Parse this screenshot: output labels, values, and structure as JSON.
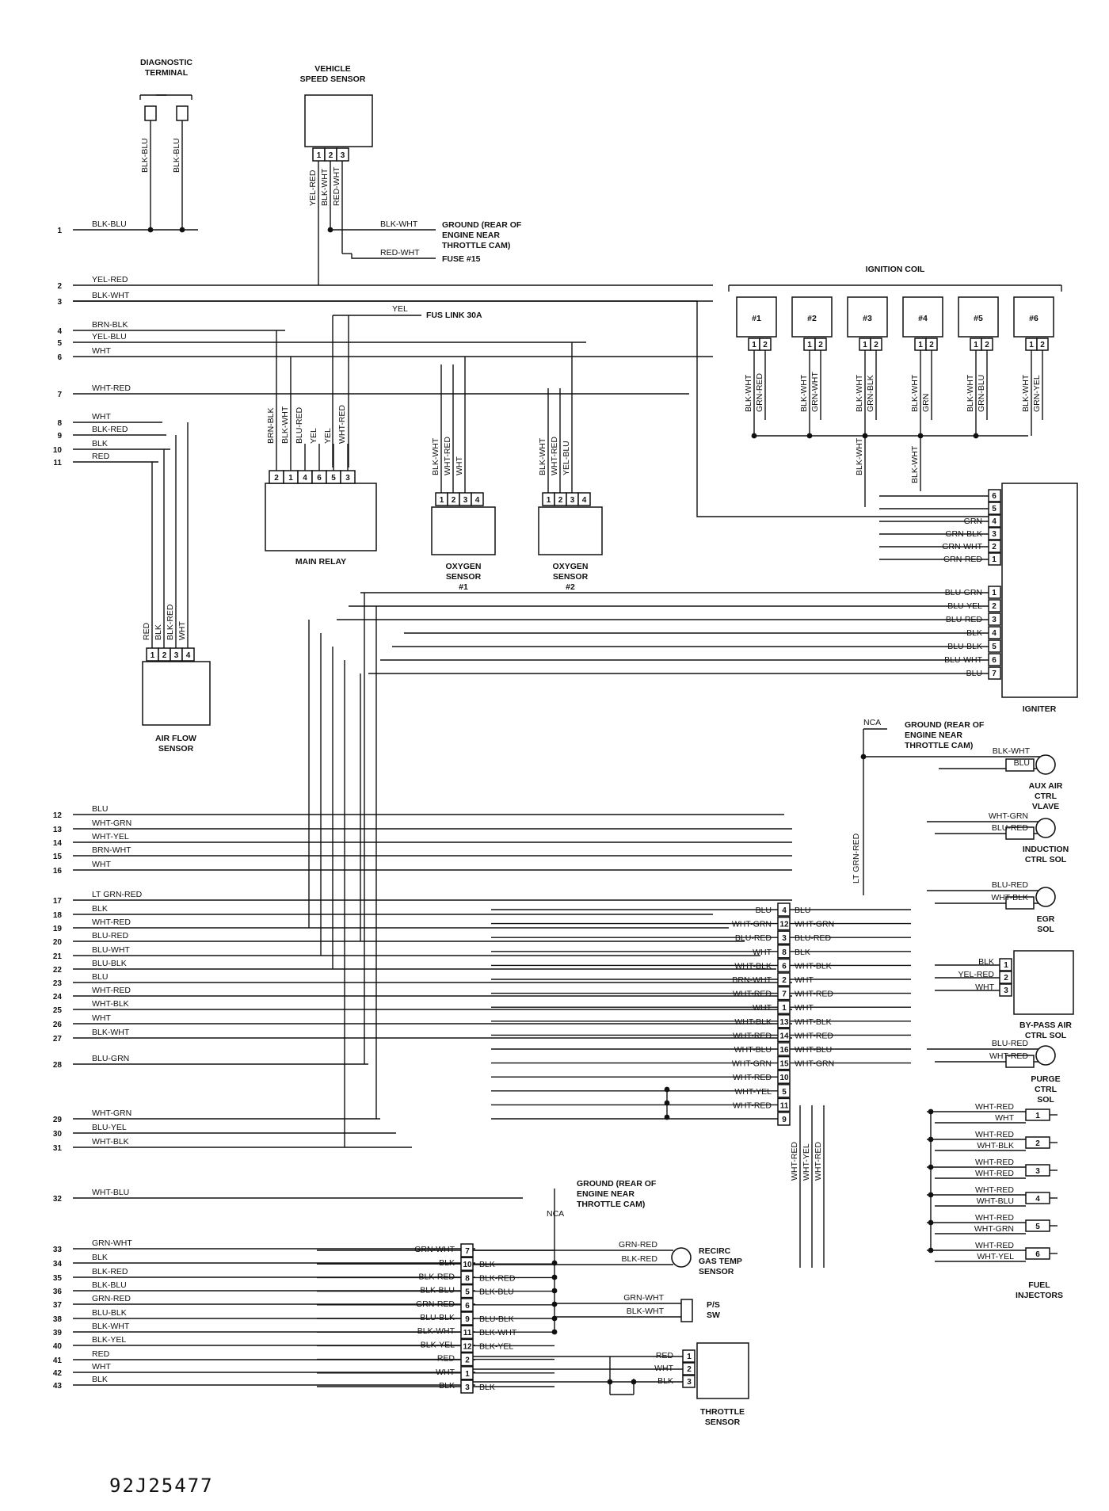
{
  "figure_id": "92J25477",
  "components": {
    "diagnostic_terminal": "DIAGNOSTIC TERMINAL",
    "vehicle_speed_sensor": "VEHICLE SPEED SENSOR",
    "ground_1": "GROUND (REAR OF ENGINE NEAR THROTTLE CAM)",
    "fuse_15": "FUSE #15",
    "fus_link": "FUS LINK 30A",
    "ignition_coil": "IGNITION COIL",
    "main_relay": "MAIN RELAY",
    "oxygen_sensor_1": "OXYGEN SENSOR #1",
    "oxygen_sensor_2": "OXYGEN SENSOR #2",
    "air_flow_sensor": "AIR FLOW SENSOR",
    "igniter": "IGNITER",
    "nca": "NCA",
    "ground_2": "GROUND (REAR OF ENGINE NEAR THROTTLE CAM)",
    "aux_air": "AUX AIR CTRL VLAVE",
    "induction": "INDUCTION CTRL SOL",
    "egr": "EGR SOL",
    "bypass": "BY-PASS AIR CTRL SOL",
    "purge": "PURGE CTRL SOL",
    "fuel_injectors": "FUEL INJECTORS",
    "ground_3": "GROUND (REAR OF ENGINE NEAR THROTTLE CAM)",
    "recirc": "RECIRC GAS TEMP SENSOR",
    "ps_sw": "P/S SW",
    "throttle_sensor": "THROTTLE SENSOR"
  },
  "ecu_pins": [
    {
      "n": "1",
      "wire": "BLK-BLU"
    },
    {
      "n": "2",
      "wire": "YEL-RED"
    },
    {
      "n": "3",
      "wire": "BLK-WHT"
    },
    {
      "n": "4",
      "wire": "BRN-BLK"
    },
    {
      "n": "5",
      "wire": "YEL-BLU"
    },
    {
      "n": "6",
      "wire": "WHT"
    },
    {
      "n": "7",
      "wire": "WHT-RED"
    },
    {
      "n": "8",
      "wire": "WHT"
    },
    {
      "n": "9",
      "wire": "BLK-RED"
    },
    {
      "n": "10",
      "wire": "BLK"
    },
    {
      "n": "11",
      "wire": "RED"
    },
    {
      "n": "12",
      "wire": "BLU"
    },
    {
      "n": "13",
      "wire": "WHT-GRN"
    },
    {
      "n": "14",
      "wire": "WHT-YEL"
    },
    {
      "n": "15",
      "wire": "BRN-WHT"
    },
    {
      "n": "16",
      "wire": "WHT"
    },
    {
      "n": "17",
      "wire": "LT GRN-RED"
    },
    {
      "n": "18",
      "wire": "BLK"
    },
    {
      "n": "19",
      "wire": "WHT-RED"
    },
    {
      "n": "20",
      "wire": "BLU-RED"
    },
    {
      "n": "21",
      "wire": "BLU-WHT"
    },
    {
      "n": "22",
      "wire": "BLU-BLK"
    },
    {
      "n": "23",
      "wire": "BLU"
    },
    {
      "n": "24",
      "wire": "WHT-RED"
    },
    {
      "n": "25",
      "wire": "WHT-BLK"
    },
    {
      "n": "26",
      "wire": "WHT"
    },
    {
      "n": "27",
      "wire": "BLK-WHT"
    },
    {
      "n": "28",
      "wire": "BLU-GRN"
    },
    {
      "n": "29",
      "wire": "WHT-GRN"
    },
    {
      "n": "30",
      "wire": "BLU-YEL"
    },
    {
      "n": "31",
      "wire": "WHT-BLK"
    },
    {
      "n": "32",
      "wire": "WHT-BLU"
    },
    {
      "n": "33",
      "wire": "GRN-WHT"
    },
    {
      "n": "34",
      "wire": "BLK"
    },
    {
      "n": "35",
      "wire": "BLK-RED"
    },
    {
      "n": "36",
      "wire": "BLK-BLU"
    },
    {
      "n": "37",
      "wire": "GRN-RED"
    },
    {
      "n": "38",
      "wire": "BLU-BLK"
    },
    {
      "n": "39",
      "wire": "BLK-WHT"
    },
    {
      "n": "40",
      "wire": "BLK-YEL"
    },
    {
      "n": "41",
      "wire": "RED"
    },
    {
      "n": "42",
      "wire": "WHT"
    },
    {
      "n": "43",
      "wire": "BLK"
    }
  ],
  "coils": [
    "#1",
    "#2",
    "#3",
    "#4",
    "#5",
    "#6"
  ],
  "coil_wires": [
    [
      "BLK-WHT",
      "GRN-RED"
    ],
    [
      "BLK-WHT",
      "GRN-WHT"
    ],
    [
      "BLK-WHT",
      "GRN-BLK"
    ],
    [
      "BLK-WHT",
      "GRN"
    ],
    [
      "BLK-WHT",
      "GRN-BLU"
    ],
    [
      "BLK-WHT",
      "GRN-YEL"
    ]
  ],
  "igniter_top": [
    {
      "w": "",
      "p": "6"
    },
    {
      "w": "",
      "p": "5"
    },
    {
      "w": "GRN",
      "p": "4"
    },
    {
      "w": "GRN-BLK",
      "p": "3"
    },
    {
      "w": "GRN-WHT",
      "p": "2"
    },
    {
      "w": "GRN-RED",
      "p": "1"
    }
  ],
  "igniter_bottom": [
    {
      "w": "BLU-GRN",
      "p": "1"
    },
    {
      "w": "BLU-YEL",
      "p": "2"
    },
    {
      "w": "BLU-RED",
      "p": "3"
    },
    {
      "w": "BLK",
      "p": "4"
    },
    {
      "w": "BLU-BLK",
      "p": "5"
    },
    {
      "w": "BLU-WHT",
      "p": "6"
    },
    {
      "w": "BLU",
      "p": "7"
    }
  ],
  "diag_wires": [
    "BLK-BLU",
    "BLK-BLU"
  ],
  "vss": {
    "pins": [
      "1",
      "2",
      "3"
    ],
    "wires": [
      "YEL-RED",
      "BLK-WHT",
      "RED-WHT"
    ],
    "gnd_wire": "BLK-WHT",
    "fuse_wire": "RED-WHT"
  },
  "relay": {
    "pins": [
      "2",
      "1",
      "4",
      "6",
      "5",
      "3"
    ],
    "wires": [
      "BRN-BLK",
      "BLK-WHT",
      "BLU-RED",
      "YEL",
      "YEL",
      "WHT-RED"
    ],
    "fus_wire": "YEL"
  },
  "o2_1": {
    "pins": [
      "1",
      "2",
      "3",
      "4"
    ],
    "wires": [
      "BLK-WHT",
      "WHT-RED",
      "WHT"
    ]
  },
  "o2_2": {
    "pins": [
      "1",
      "2",
      "3",
      "4"
    ],
    "wires": [
      "BLK-WHT",
      "WHT-RED",
      "YEL-BLU"
    ]
  },
  "afs": {
    "pins": [
      "1",
      "2",
      "3",
      "4"
    ],
    "wires": [
      "RED",
      "BLK",
      "BLK-RED",
      "WHT"
    ]
  },
  "central": [
    {
      "l": "BLU",
      "p": "4",
      "r": "BLU"
    },
    {
      "l": "WHT-GRN",
      "p": "12",
      "r": "WHT-GRN"
    },
    {
      "l": "BLU-RED",
      "p": "3",
      "r": "BLU-RED"
    },
    {
      "l": "WHT",
      "p": "8",
      "r": "BLK"
    },
    {
      "l": "WHT-BLK",
      "p": "6",
      "r": "WHT-BLK"
    },
    {
      "l": "BRN-WHT",
      "p": "2",
      "r": "WHT"
    },
    {
      "l": "WHT-RED",
      "p": "7",
      "r": "WHT-RED"
    },
    {
      "l": "WHT",
      "p": "1",
      "r": "WHT"
    },
    {
      "l": "WHT-BLK",
      "p": "13",
      "r": "WHT-BLK"
    },
    {
      "l": "WHT-RED",
      "p": "14",
      "r": "WHT-RED"
    },
    {
      "l": "WHT-BLU",
      "p": "16",
      "r": "WHT-BLU"
    },
    {
      "l": "WHT-GRN",
      "p": "15",
      "r": "WHT-GRN"
    },
    {
      "l": "WHT-RED",
      "p": "10",
      "r": ""
    },
    {
      "l": "WHT-YEL",
      "p": "5",
      "r": ""
    },
    {
      "l": "WHT-RED",
      "p": "11",
      "r": ""
    },
    {
      "l": "",
      "p": "9",
      "r": ""
    }
  ],
  "ccol_wires": [
    "WHT-RED",
    "WHT-YEL",
    "WHT-RED"
  ],
  "aux_wires": [
    "BLK-WHT",
    "BLU"
  ],
  "ind_wires": [
    "WHT-GRN",
    "BLU-RED"
  ],
  "egr_wires": [
    "BLU-RED",
    "WHT-BLK"
  ],
  "bypass_rows": [
    {
      "w": "BLK",
      "p": "1"
    },
    {
      "w": "YEL-RED",
      "p": "2"
    },
    {
      "w": "WHT",
      "p": "3"
    }
  ],
  "purge_wires": [
    "BLU-RED",
    "WHT-RED"
  ],
  "lt_grn_red": "LT GRN-RED",
  "injectors": [
    {
      "n": "1",
      "a": "WHT-RED",
      "b": "WHT"
    },
    {
      "n": "2",
      "a": "WHT-RED",
      "b": "WHT-BLK"
    },
    {
      "n": "3",
      "a": "WHT-RED",
      "b": "WHT-RED"
    },
    {
      "n": "4",
      "a": "WHT-RED",
      "b": "WHT-BLU"
    },
    {
      "n": "5",
      "a": "WHT-RED",
      "b": "WHT-GRN"
    },
    {
      "n": "6",
      "a": "WHT-RED",
      "b": "WHT-YEL"
    }
  ],
  "lower": [
    {
      "l": "GRN-WHT",
      "p": "7",
      "r": ""
    },
    {
      "l": "BLK",
      "p": "10",
      "r": "BLK"
    },
    {
      "l": "BLK-RED",
      "p": "8",
      "r": "BLK-RED"
    },
    {
      "l": "BLK-BLU",
      "p": "5",
      "r": "BLK-BLU"
    },
    {
      "l": "GRN-RED",
      "p": "6",
      "r": ""
    },
    {
      "l": "BLU-BLK",
      "p": "9",
      "r": "BLU-BLK"
    },
    {
      "l": "BLK-WHT",
      "p": "11",
      "r": "BLK-WHT"
    },
    {
      "l": "BLK-YEL",
      "p": "12",
      "r": "BLK-YEL"
    },
    {
      "l": "RED",
      "p": "2",
      "r": ""
    },
    {
      "l": "WHT",
      "p": "1",
      "r": ""
    },
    {
      "l": "BLK",
      "p": "3",
      "r": "BLK"
    }
  ],
  "recirc_wires": [
    "GRN-RED",
    "BLK-RED"
  ],
  "ps_wires": [
    "GRN-WHT",
    "BLK-WHT"
  ],
  "ts_rows": [
    {
      "w": "RED",
      "p": "1"
    },
    {
      "w": "WHT",
      "p": "2"
    },
    {
      "w": "BLK",
      "p": "3"
    }
  ]
}
